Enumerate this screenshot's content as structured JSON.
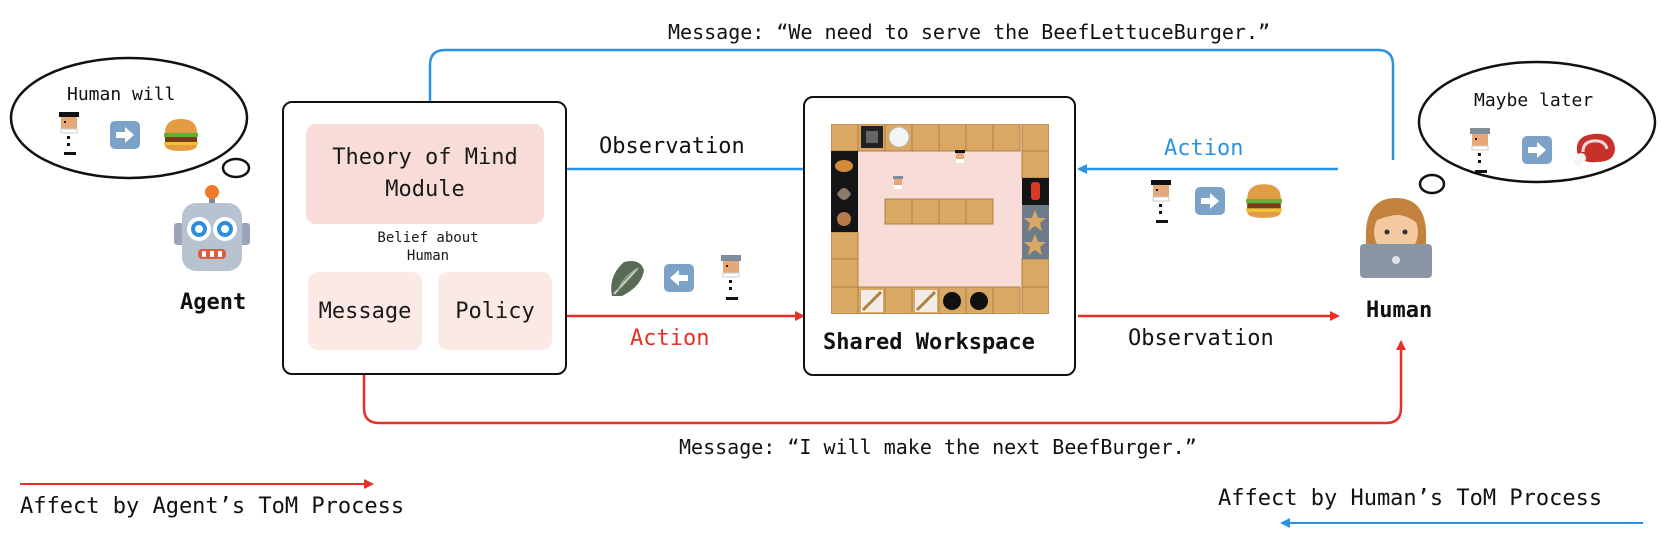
{
  "top_message": "Message: “We need to serve the BeefLettuceBurger.”",
  "bottom_message": "Message: “I will make the next BeefBurger.”",
  "agent": {
    "label": "Agent",
    "thought": "Human will"
  },
  "human": {
    "label": "Human",
    "thought": "Maybe later"
  },
  "agent_box": {
    "tom_module": "Theory of Mind Module",
    "belief": "Belief about Human",
    "message": "Message",
    "policy": "Policy"
  },
  "workspace": {
    "label": "Shared Workspace"
  },
  "edges": {
    "observation_to_agent": "Observation",
    "action_from_human": "Action",
    "action_from_agent": "Action",
    "observation_to_human": "Observation"
  },
  "legend": {
    "agent": "Affect by Agent’s ToM Process",
    "human": "Affect by Human’s ToM Process"
  },
  "colors": {
    "red": "#e53127",
    "blue": "#2b93e6",
    "pink": "#f8dcd8"
  }
}
